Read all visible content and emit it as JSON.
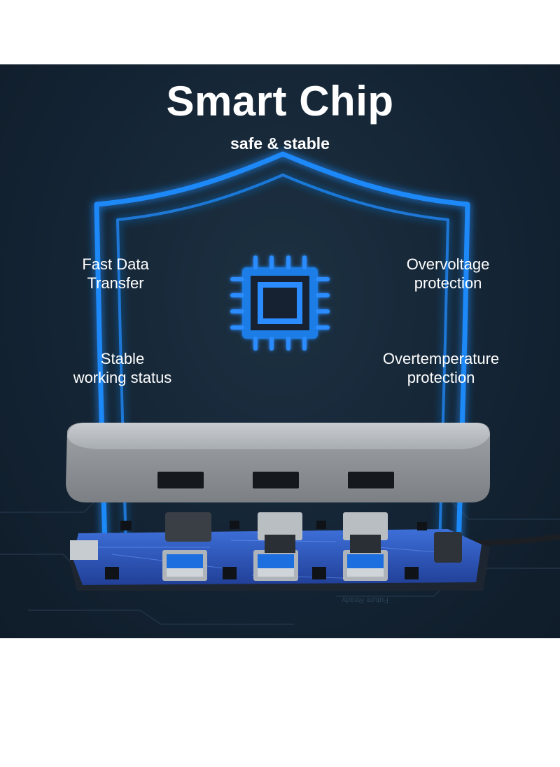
{
  "header": {
    "title": "Smart Chip",
    "subtitle": "safe & stable"
  },
  "features": {
    "fast_data": [
      "Fast Data",
      "Transfer"
    ],
    "stable": [
      "Stable",
      "working status"
    ],
    "overvoltage": [
      "Overvoltage",
      "protection"
    ],
    "overtemperature": [
      "Overtemperature",
      "protection"
    ]
  },
  "board_print": "Future Ready",
  "icons": {
    "shield": "shield-outline-icon",
    "chip": "chip-icon"
  },
  "colors": {
    "background": "#142434",
    "shield_glow": "#1e8cff",
    "chip_blue": "#2a8cff",
    "text": "#ffffff",
    "hub_body": "#9a9ea3",
    "pcb": "#2f5fd0"
  }
}
